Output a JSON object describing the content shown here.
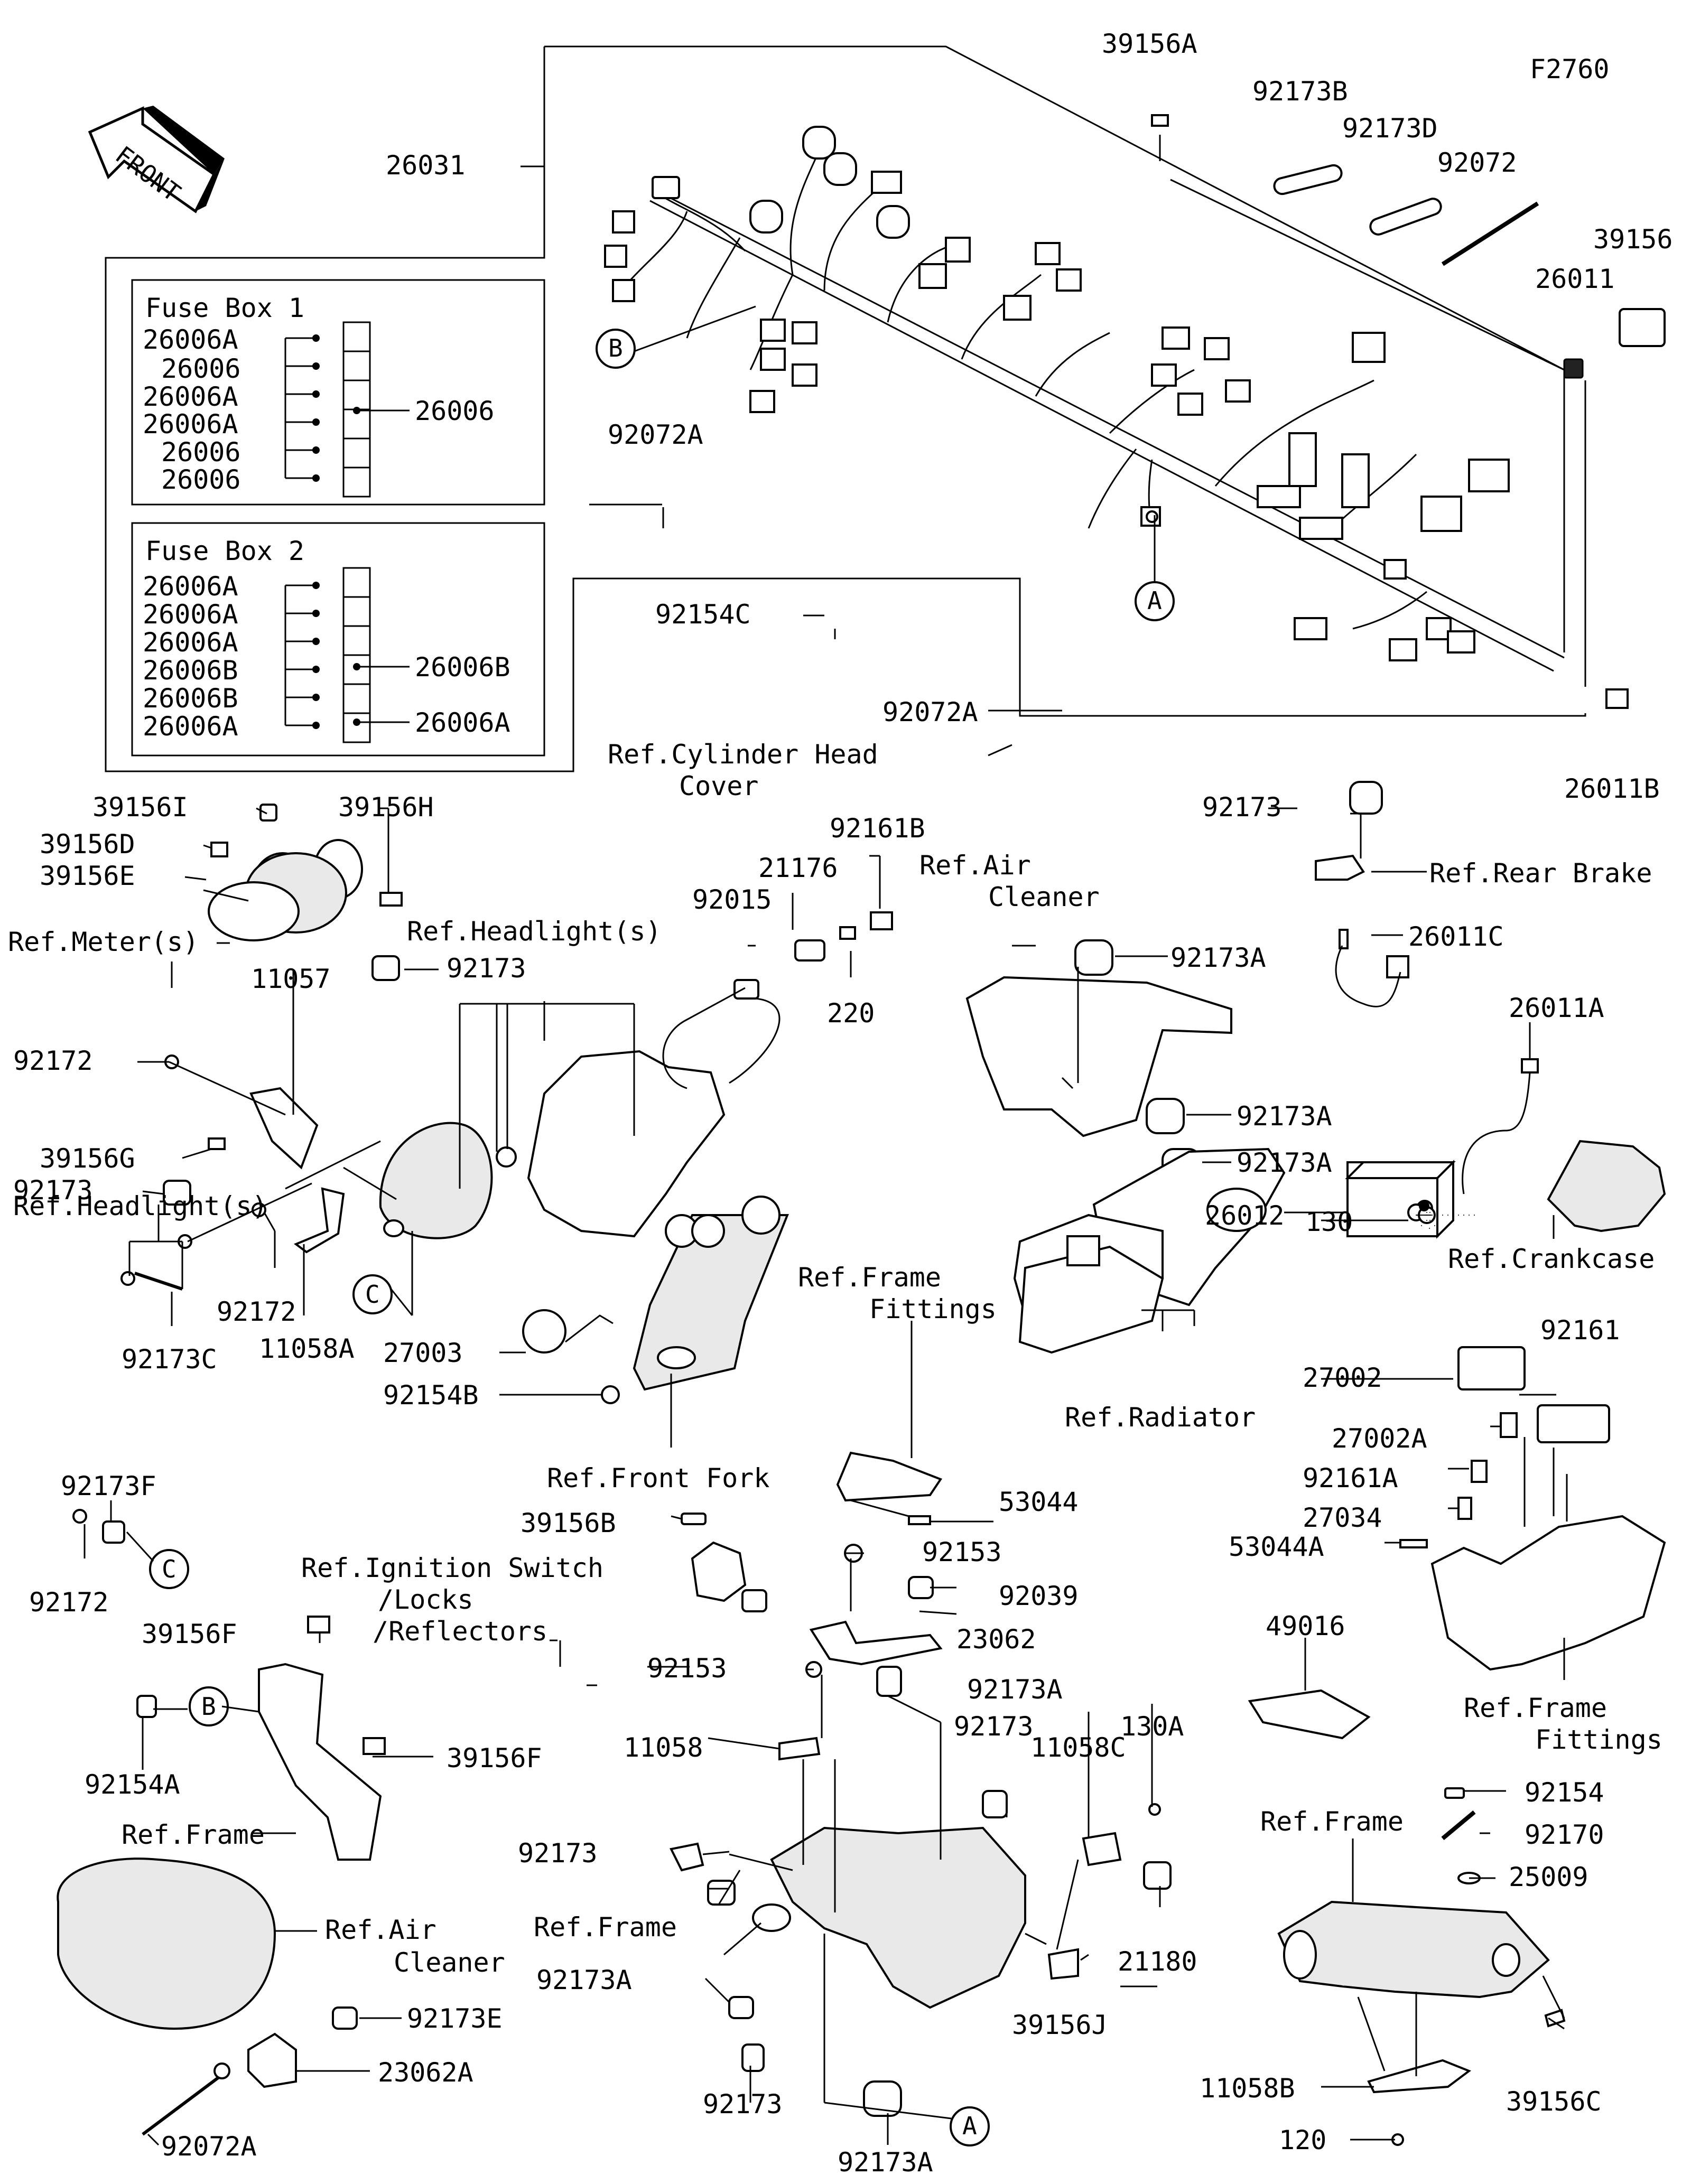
{
  "diagram_id": "F2760",
  "front_label": "FRONT",
  "fuse_box_1": {
    "title": "Fuse Box 1",
    "rows": [
      "26006A",
      "26006",
      "26006A",
      "26006A",
      "26006",
      "26006"
    ],
    "group_label": "26006"
  },
  "fuse_box_2": {
    "title": "Fuse Box 2",
    "rows": [
      "26006A",
      "26006A",
      "26006A",
      "26006B",
      "26006B",
      "26006A"
    ],
    "group_label_1": "26006B",
    "group_label_2": "26006A"
  },
  "callouts": {
    "a": "A",
    "b": "B",
    "c": "C"
  },
  "labels": {
    "p26031": "26031",
    "p39156A": "39156A",
    "p92173B": "92173B",
    "p92173D": "92173D",
    "p92072": "92072",
    "p39156": "39156",
    "p26011": "26011",
    "p92072A_1": "92072A",
    "p92154C": "92154C",
    "p92072A_2": "92072A",
    "ref_cyl_head_1": "Ref.Cylinder Head",
    "ref_cyl_head_2": "Cover",
    "p26011B": "26011B",
    "p39156I": "39156I",
    "p39156H": "39156H",
    "p39156D": "39156D",
    "p39156E": "39156E",
    "ref_meter": "Ref.Meter(s)",
    "p92161B": "92161B",
    "p21176": "21176",
    "p92015": "92015",
    "p220": "220",
    "ref_air_cleaner_top_1": "Ref.Air",
    "ref_air_cleaner_top_2": "Cleaner",
    "p92173_rb": "92173",
    "ref_rear_brake": "Ref.Rear Brake",
    "ref_headlight_top": "Ref.Headlight(s)",
    "p11057": "11057",
    "p92173_hl": "92173",
    "p92172_1": "92172",
    "p39156G": "39156G",
    "p92173_2": "92173",
    "ref_headlight_left": "Ref.Headlight(s)",
    "p92172_2": "92172",
    "p11058A": "11058A",
    "p92173C": "92173C",
    "p27003": "27003",
    "p92154B": "92154B",
    "ref_front_fork": "Ref.Front Fork",
    "p92173A_1": "92173A",
    "p92173A_2": "92173A",
    "p92173A_3": "92173A",
    "p26011C": "26011C",
    "p26011A": "26011A",
    "p26012": "26012",
    "p130": "130",
    "ref_crankcase": "Ref.Crankcase",
    "ref_frame_fittings_1": "Ref.Frame",
    "ref_frame_fittings_2": "Fittings",
    "ref_radiator": "Ref.Radiator",
    "p53044": "53044",
    "p92161": "92161",
    "p27002": "27002",
    "p27002A": "27002A",
    "p92161A": "92161A",
    "p27034": "27034",
    "p53044A": "53044A",
    "p92173F": "92173F",
    "p92172_3": "92172",
    "p39156B": "39156B",
    "ref_ignition_1": "Ref.Ignition Switch",
    "ref_ignition_2": "/Locks",
    "ref_ignition_3": "/Reflectors",
    "p92153_1": "92153",
    "p92039": "92039",
    "p23062": "23062",
    "p92153_2": "92153",
    "p92173A_4": "92173A",
    "p49016": "49016",
    "ref_frame_fittings_b1": "Ref.Frame",
    "ref_frame_fittings_b2": "Fittings",
    "p39156F_1": "39156F",
    "p92154A": "92154A",
    "p39156F_2": "39156F",
    "ref_frame_left": "Ref.Frame",
    "p11058": "11058",
    "p92173_3": "92173",
    "p11058C": "11058C",
    "p130A": "130A",
    "p92154": "92154",
    "ref_frame_right": "Ref.Frame",
    "p92170": "92170",
    "p25009": "25009",
    "p92173_4": "92173",
    "ref_frame_center": "Ref.Frame",
    "p92173A_5": "92173A",
    "p21180": "21180",
    "ref_air_cleaner_bottom_1": "Ref.Air",
    "ref_air_cleaner_bottom_2": "Cleaner",
    "p92173E": "92173E",
    "p23062A": "23062A",
    "p92072A_3": "92072A",
    "p39156J": "39156J",
    "p92173_5": "92173",
    "p92173A_6": "92173A",
    "p11058B": "11058B",
    "p39156C": "39156C",
    "p120": "120"
  }
}
